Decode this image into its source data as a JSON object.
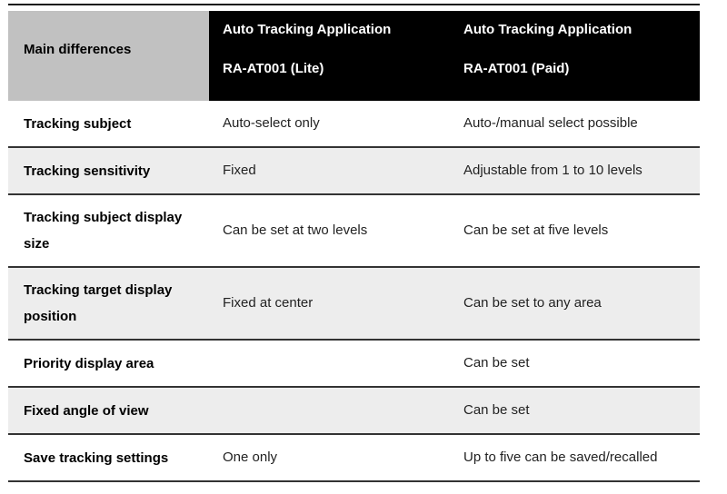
{
  "table": {
    "header": {
      "corner_label": "Main differences",
      "columns": [
        {
          "line1": "Auto Tracking Application",
          "line2": "RA-AT001 (Lite)"
        },
        {
          "line1": "Auto Tracking Application",
          "line2": "RA-AT001 (Paid)"
        }
      ]
    },
    "rows": [
      {
        "label": "Tracking subject",
        "lite": "Auto-select only",
        "paid": "Auto-/manual select possible"
      },
      {
        "label": "Tracking sensitivity",
        "lite": "Fixed",
        "paid": "Adjustable from 1 to 10 levels"
      },
      {
        "label": "Tracking subject display size",
        "lite": "Can be set at two levels",
        "paid": "Can be set at five levels"
      },
      {
        "label": "Tracking target display position",
        "lite": "Fixed at center",
        "paid": "Can be set to any area"
      },
      {
        "label": "Priority display area",
        "lite": "",
        "paid": "Can be set"
      },
      {
        "label": "Fixed angle of view",
        "lite": "",
        "paid": "Can be set"
      },
      {
        "label": "Save tracking settings",
        "lite": "One only",
        "paid": "Up to five can be saved/recalled"
      }
    ],
    "colors": {
      "header_label_bg": "#c1c1c1",
      "header_bg": "#000000",
      "header_text": "#ffffff",
      "row_bg": "#ffffff",
      "row_alt_bg": "#ededed",
      "rule": "#333333",
      "text": "#222222",
      "label_text": "#000000"
    }
  }
}
